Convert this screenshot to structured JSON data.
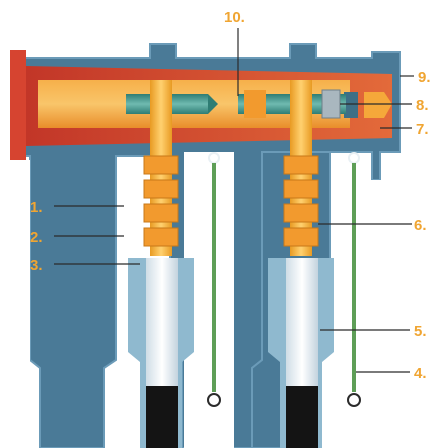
{
  "diagram": {
    "callouts": [
      {
        "id": "1",
        "text": "1."
      },
      {
        "id": "2",
        "text": "2."
      },
      {
        "id": "3",
        "text": "3."
      },
      {
        "id": "4",
        "text": "4."
      },
      {
        "id": "5",
        "text": "5."
      },
      {
        "id": "6",
        "text": "6."
      },
      {
        "id": "7",
        "text": "7."
      },
      {
        "id": "8",
        "text": "8."
      },
      {
        "id": "9",
        "text": "9."
      },
      {
        "id": "10",
        "text": "10."
      }
    ],
    "colors": {
      "outer_housing": "#4a7a97",
      "housing_highlight": "#6b9bb8",
      "inner_insulation": "#8fb9cf",
      "red_cone": "#d64430",
      "orange_channel": "#f29a2e",
      "conductor": "#f7b53a",
      "threaded_bolt": "#3f8f86",
      "cable_white": "#e9f0f4",
      "cable_black": "#141414",
      "earth_wire": "#5e9e57",
      "label": "#f0a532"
    }
  }
}
